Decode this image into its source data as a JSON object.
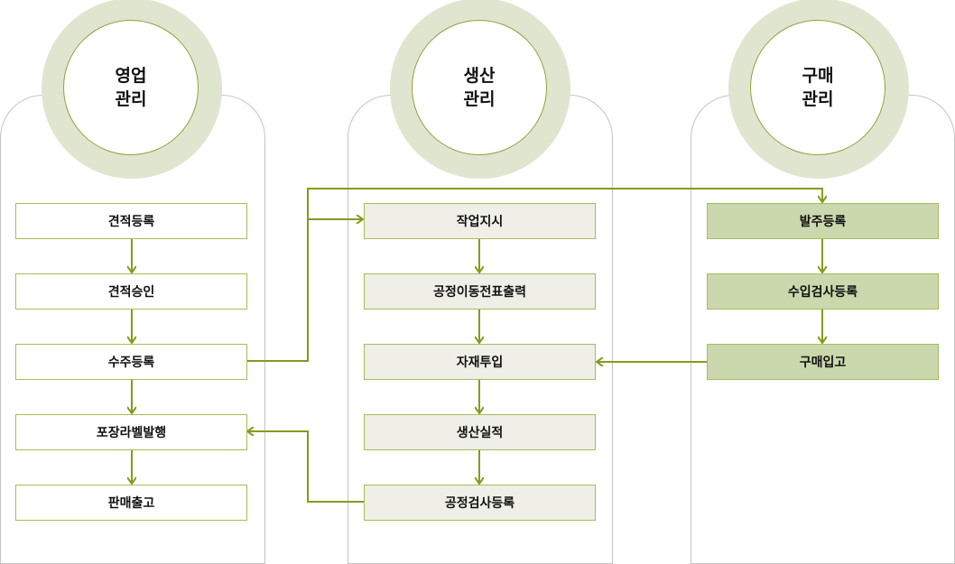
{
  "columns": [
    {
      "title": "영업\n관리",
      "steps": [
        "견적등록",
        "견적승인",
        "수주등록",
        "포장라벨발행",
        "판매출고"
      ]
    },
    {
      "title": "생산\n관리",
      "steps": [
        "작업지시",
        "공정이동전표출력",
        "자재투입",
        "생산실적",
        "공정검사등록"
      ]
    },
    {
      "title": "구매\n관리",
      "steps": [
        "발주등록",
        "수입검사등록",
        "구매입고"
      ]
    }
  ],
  "colors": {
    "line": "#86991c",
    "ring": "#e0e5cf",
    "production_fill": "#efefe8",
    "purchase_fill": "#cbd8ad"
  }
}
